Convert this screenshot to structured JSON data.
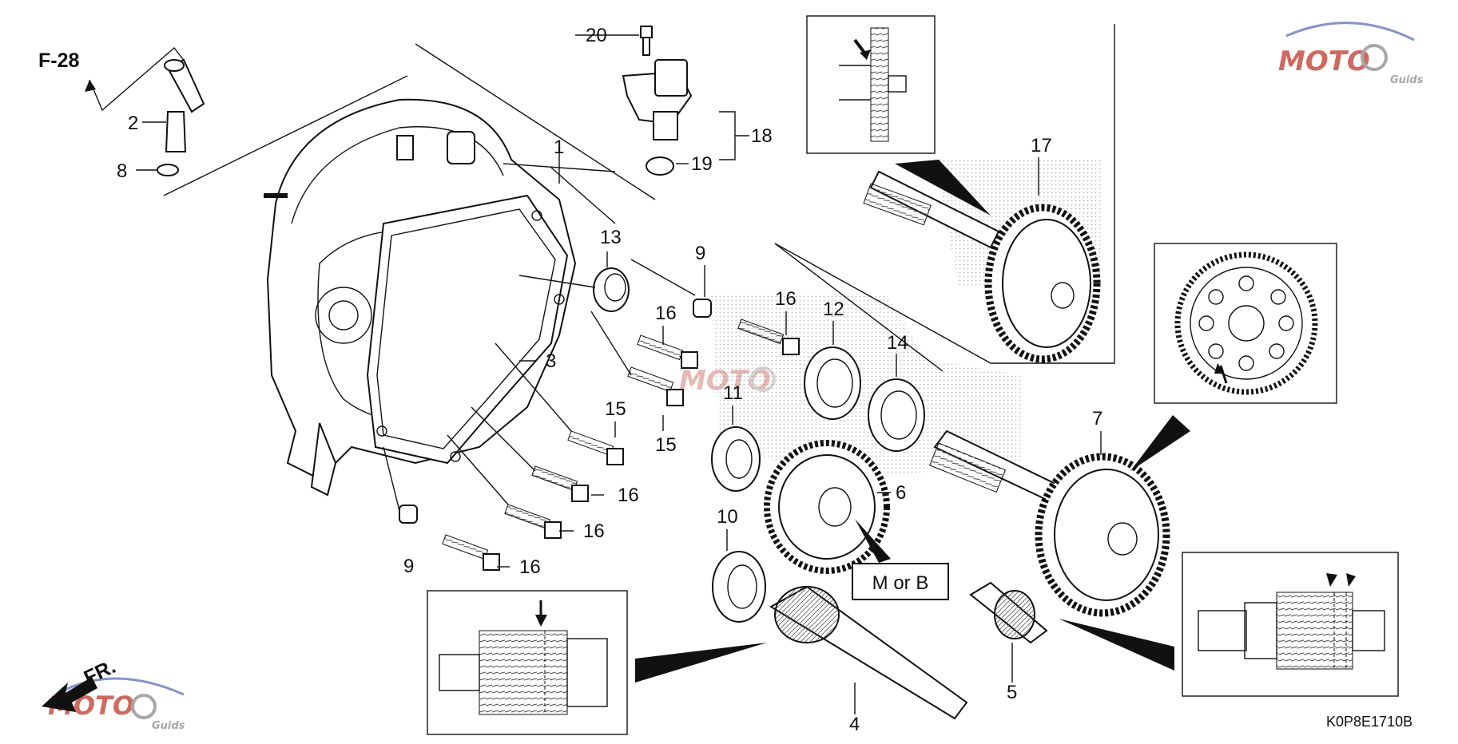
{
  "ref_section": "F-28",
  "front_marker": "FR.",
  "diagram_code": "K0P8E1710B",
  "mark_note": "M or B",
  "watermark": {
    "brand": "MOTO",
    "sub": "Guids"
  },
  "callouts": {
    "c1": "1",
    "c2": "2",
    "c3": "3",
    "c4": "4",
    "c5": "5",
    "c6": "6",
    "c7": "7",
    "c8": "8",
    "c9a": "9",
    "c9b": "9",
    "c10": "10",
    "c11": "11",
    "c12": "12",
    "c13": "13",
    "c14": "14",
    "c15a": "15",
    "c15b": "15",
    "c16a": "16",
    "c16b": "16",
    "c16c": "16",
    "c16d": "16",
    "c16e": "16",
    "c17": "17",
    "c18": "18",
    "c19": "19",
    "c20": "20"
  },
  "colors": {
    "line": "#111111",
    "watermark_red": "#c0392b",
    "watermark_gray": "#8a8a8a",
    "watermark_blue": "#5b6fb8"
  }
}
